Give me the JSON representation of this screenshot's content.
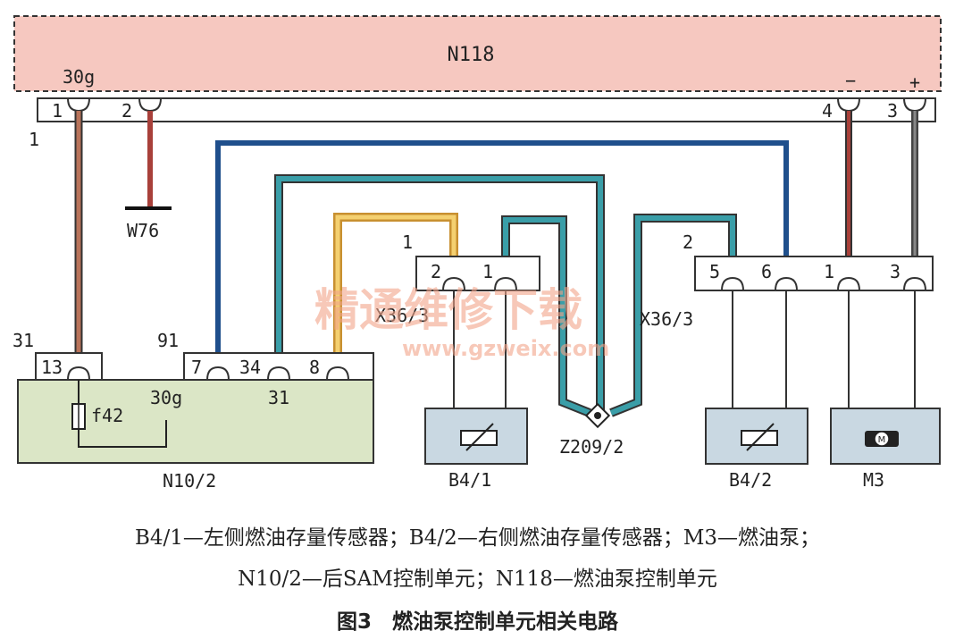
{
  "diagram": {
    "modules": {
      "n118": "N118",
      "n10_2": "N10/2"
    },
    "n118_pins": {
      "p1": "1",
      "p2": "2",
      "p4": "4",
      "p3": "3",
      "pin1_name": "30g",
      "minus": "−",
      "plus": "+"
    },
    "wire_labels": {
      "left_1": "1",
      "w76": "W76",
      "l31": "31",
      "l91": "91",
      "l31_bottom": "31",
      "x36_1": "1",
      "x36_2": "2"
    },
    "n10_2_pins": {
      "p13": "13",
      "p7": "7",
      "p34": "34",
      "p8": "8",
      "fuse": "f42",
      "terminal": "30g"
    },
    "connector_x36_left": {
      "label": "X36/3",
      "pins": [
        "2",
        "1"
      ]
    },
    "connector_x36_right": {
      "label": "X36/3",
      "pins": [
        "5",
        "6",
        "1",
        "3"
      ]
    },
    "components": {
      "b4_1": "B4/1",
      "b4_2": "B4/2",
      "m3": "M3",
      "motor_symbol": "M",
      "z209": "Z209/2"
    },
    "watermark": {
      "cn": "精通维修下载",
      "url": "www.gzweix.com"
    },
    "colors": {
      "n118_fill": "#f6c8c0",
      "n10_fill": "#dbe6c6",
      "sensor_fill": "#c9d8e2",
      "wire_brown": "#b8735a",
      "wire_red": "#a8403a",
      "wire_blue": "#1f4f8c",
      "wire_teal": "#3a9ea8",
      "wire_yellow": "#e8b84a",
      "wire_gray": "#555555"
    }
  },
  "caption": {
    "line1": "B4/1—左侧燃油存量传感器；B4/2—右侧燃油存量传感器；M3—燃油泵；",
    "line2": "N10/2—后SAM控制单元；N118—燃油泵控制单元",
    "figure": "图3　燃油泵控制单元相关电路"
  }
}
